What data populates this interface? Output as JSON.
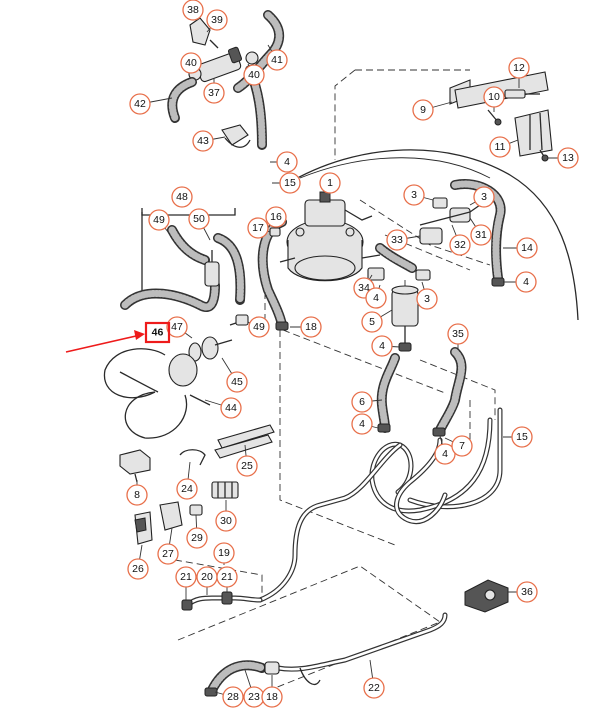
{
  "colors": {
    "callout_ring": "#e8704b",
    "highlight": "#ee1b1b",
    "line": "#2a2a2a"
  },
  "highlighted_part": "46",
  "callouts": [
    {
      "id": "c38",
      "label": "38"
    },
    {
      "id": "c39",
      "label": "39"
    },
    {
      "id": "c40a",
      "label": "40"
    },
    {
      "id": "c37",
      "label": "37"
    },
    {
      "id": "c40b",
      "label": "40"
    },
    {
      "id": "c41",
      "label": "41"
    },
    {
      "id": "c42",
      "label": "42"
    },
    {
      "id": "c43",
      "label": "43"
    },
    {
      "id": "c4a",
      "label": "4"
    },
    {
      "id": "c15a",
      "label": "15"
    },
    {
      "id": "c1",
      "label": "1"
    },
    {
      "id": "c12",
      "label": "12"
    },
    {
      "id": "c10",
      "label": "10"
    },
    {
      "id": "c9",
      "label": "9"
    },
    {
      "id": "c11",
      "label": "11"
    },
    {
      "id": "c13",
      "label": "13"
    },
    {
      "id": "c3a",
      "label": "3"
    },
    {
      "id": "c3b",
      "label": "3"
    },
    {
      "id": "c48",
      "label": "48"
    },
    {
      "id": "c49a",
      "label": "49"
    },
    {
      "id": "c50",
      "label": "50"
    },
    {
      "id": "c16",
      "label": "16"
    },
    {
      "id": "c17",
      "label": "17"
    },
    {
      "id": "c33",
      "label": "33"
    },
    {
      "id": "c32",
      "label": "32"
    },
    {
      "id": "c31",
      "label": "31"
    },
    {
      "id": "c14",
      "label": "14"
    },
    {
      "id": "c4b",
      "label": "4"
    },
    {
      "id": "c34",
      "label": "34"
    },
    {
      "id": "c4c",
      "label": "4"
    },
    {
      "id": "c3c",
      "label": "3"
    },
    {
      "id": "c47",
      "label": "47"
    },
    {
      "id": "c49b",
      "label": "49"
    },
    {
      "id": "c18a",
      "label": "18"
    },
    {
      "id": "c5",
      "label": "5"
    },
    {
      "id": "c4d",
      "label": "4"
    },
    {
      "id": "c35",
      "label": "35"
    },
    {
      "id": "c45",
      "label": "45"
    },
    {
      "id": "c44",
      "label": "44"
    },
    {
      "id": "c6",
      "label": "6"
    },
    {
      "id": "c4e",
      "label": "4"
    },
    {
      "id": "c4f",
      "label": "4"
    },
    {
      "id": "c7",
      "label": "7"
    },
    {
      "id": "c15b",
      "label": "15"
    },
    {
      "id": "c25",
      "label": "25"
    },
    {
      "id": "c8",
      "label": "8"
    },
    {
      "id": "c24",
      "label": "24"
    },
    {
      "id": "c30",
      "label": "30"
    },
    {
      "id": "c29",
      "label": "29"
    },
    {
      "id": "c27",
      "label": "27"
    },
    {
      "id": "c26",
      "label": "26"
    },
    {
      "id": "c19",
      "label": "19"
    },
    {
      "id": "c21a",
      "label": "21"
    },
    {
      "id": "c20",
      "label": "20"
    },
    {
      "id": "c21b",
      "label": "21"
    },
    {
      "id": "c36",
      "label": "36"
    },
    {
      "id": "c22",
      "label": "22"
    },
    {
      "id": "c28",
      "label": "28"
    },
    {
      "id": "c23",
      "label": "23"
    },
    {
      "id": "c18b",
      "label": "18"
    }
  ]
}
